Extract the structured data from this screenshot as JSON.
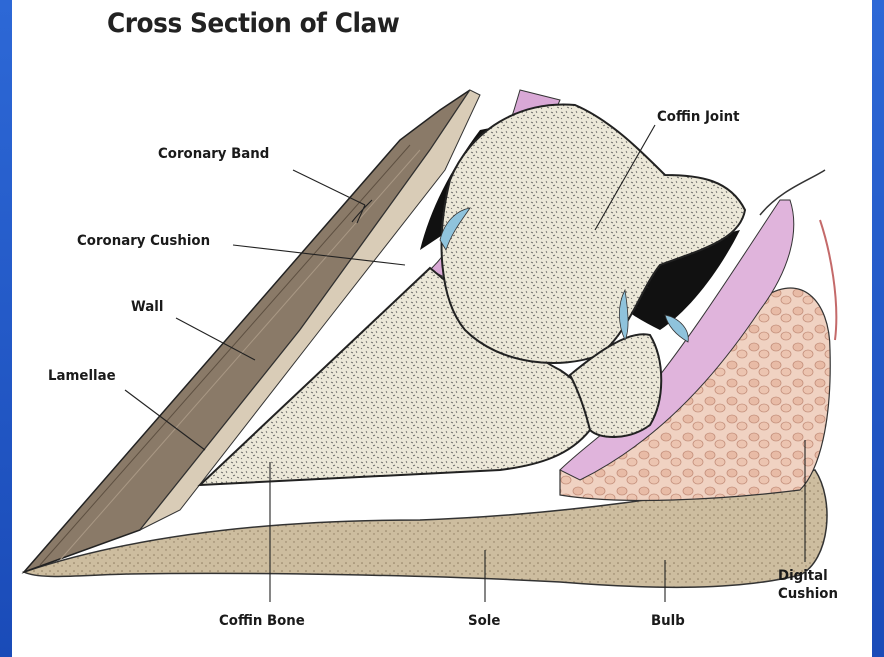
{
  "title": "Cross Section of Claw",
  "labels": {
    "coronary_band": "Coronary Band",
    "coronary_cushion": "Coronary Cushion",
    "wall": "Wall",
    "lamellae": "Lamellae",
    "coffin_joint": "Coffin Joint",
    "coffin_bone": "Coffin Bone",
    "sole": "Sole",
    "bulb": "Bulb",
    "digital": "Digital",
    "cushion": "Cushion"
  },
  "colors": {
    "background": "#1e56c7",
    "slide": "#ffffff",
    "bone": "#ece8d8",
    "hoof_wall": "#8a7a68",
    "sole": "#c9b89a",
    "cushion": "#e8c4b4",
    "tendon": "#d9a8d6",
    "cartilage": "#8fc3dc",
    "joint_space": "#111111"
  }
}
